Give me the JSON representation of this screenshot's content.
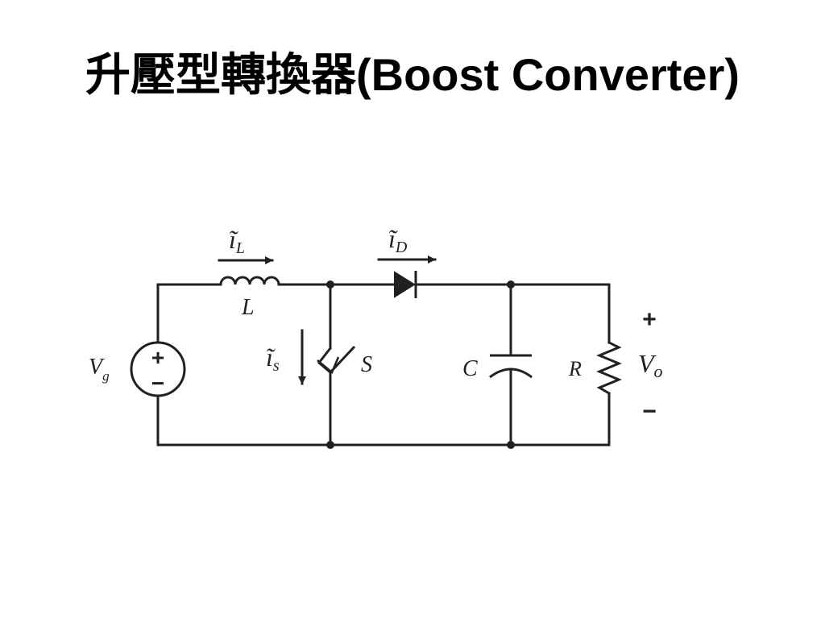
{
  "slide": {
    "title": "升壓型轉換器(Boost Converter)"
  },
  "circuit": {
    "source_label": {
      "main": "V",
      "sub": "g"
    },
    "inductor_label": "L",
    "switch_label": "S",
    "capacitor_label": "C",
    "resistor_label": "R",
    "output_label": {
      "main": "V",
      "sub": "o"
    },
    "output_plus": "+",
    "output_minus": "−",
    "source_plus": "+",
    "source_minus": "−",
    "current_inductor": {
      "main": "ĩ",
      "sub": "L"
    },
    "current_diode": {
      "main": "ĩ",
      "sub": "D"
    },
    "current_switch": {
      "main": "ĩ",
      "sub": "s"
    },
    "stroke_color": "#231f20"
  }
}
